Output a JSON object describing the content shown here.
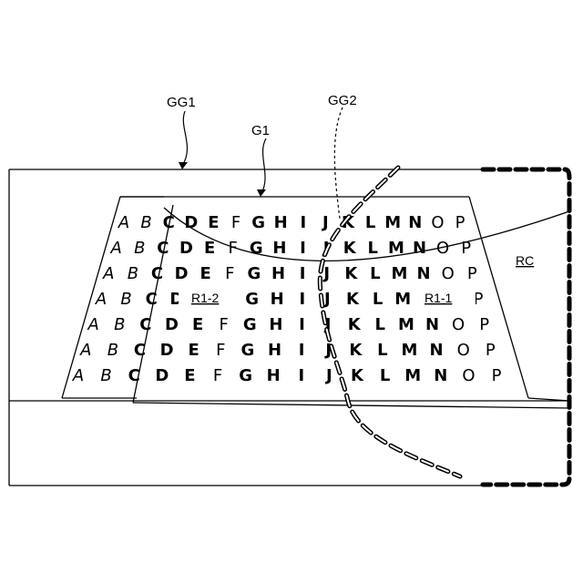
{
  "labels": {
    "gg1": "GG1",
    "gg2": "GG2",
    "g1": "G1",
    "rc": "RC",
    "r1_1": "R1-1",
    "r1_2": "R1-2"
  },
  "letter_rows": [
    "ABCDEFGHIJKLMNOP",
    "ABCDEFGHIJKLMNOP",
    "ABCDEFGHIJKLMNOP",
    "ABCDEFGHIJKLMNOP",
    "ABCDEFGHIJKLMNOP",
    "ABCDEFGHIJKLMNOP",
    "ABCDEFGHIJKLMNOP"
  ],
  "colors": {
    "ink": "#000000",
    "paper": "#ffffff"
  }
}
